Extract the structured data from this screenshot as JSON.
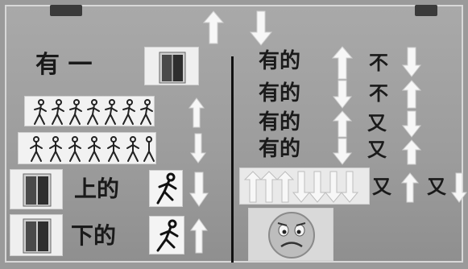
{
  "left": {
    "row1_text": "有 一",
    "row4_text": "上的",
    "row5_text": "下的"
  },
  "right": {
    "lines": [
      {
        "text": "有的",
        "suffix": "不"
      },
      {
        "text": "有的",
        "suffix": "不"
      },
      {
        "text": "有的",
        "suffix": "又"
      },
      {
        "text": "有的",
        "suffix": "又"
      }
    ],
    "tail": [
      "又",
      "又"
    ]
  },
  "icons": [
    "up-arrow-icon",
    "down-arrow-icon",
    "stick-figure-runner-icon",
    "sad-face-icon",
    "elevator-icon"
  ]
}
